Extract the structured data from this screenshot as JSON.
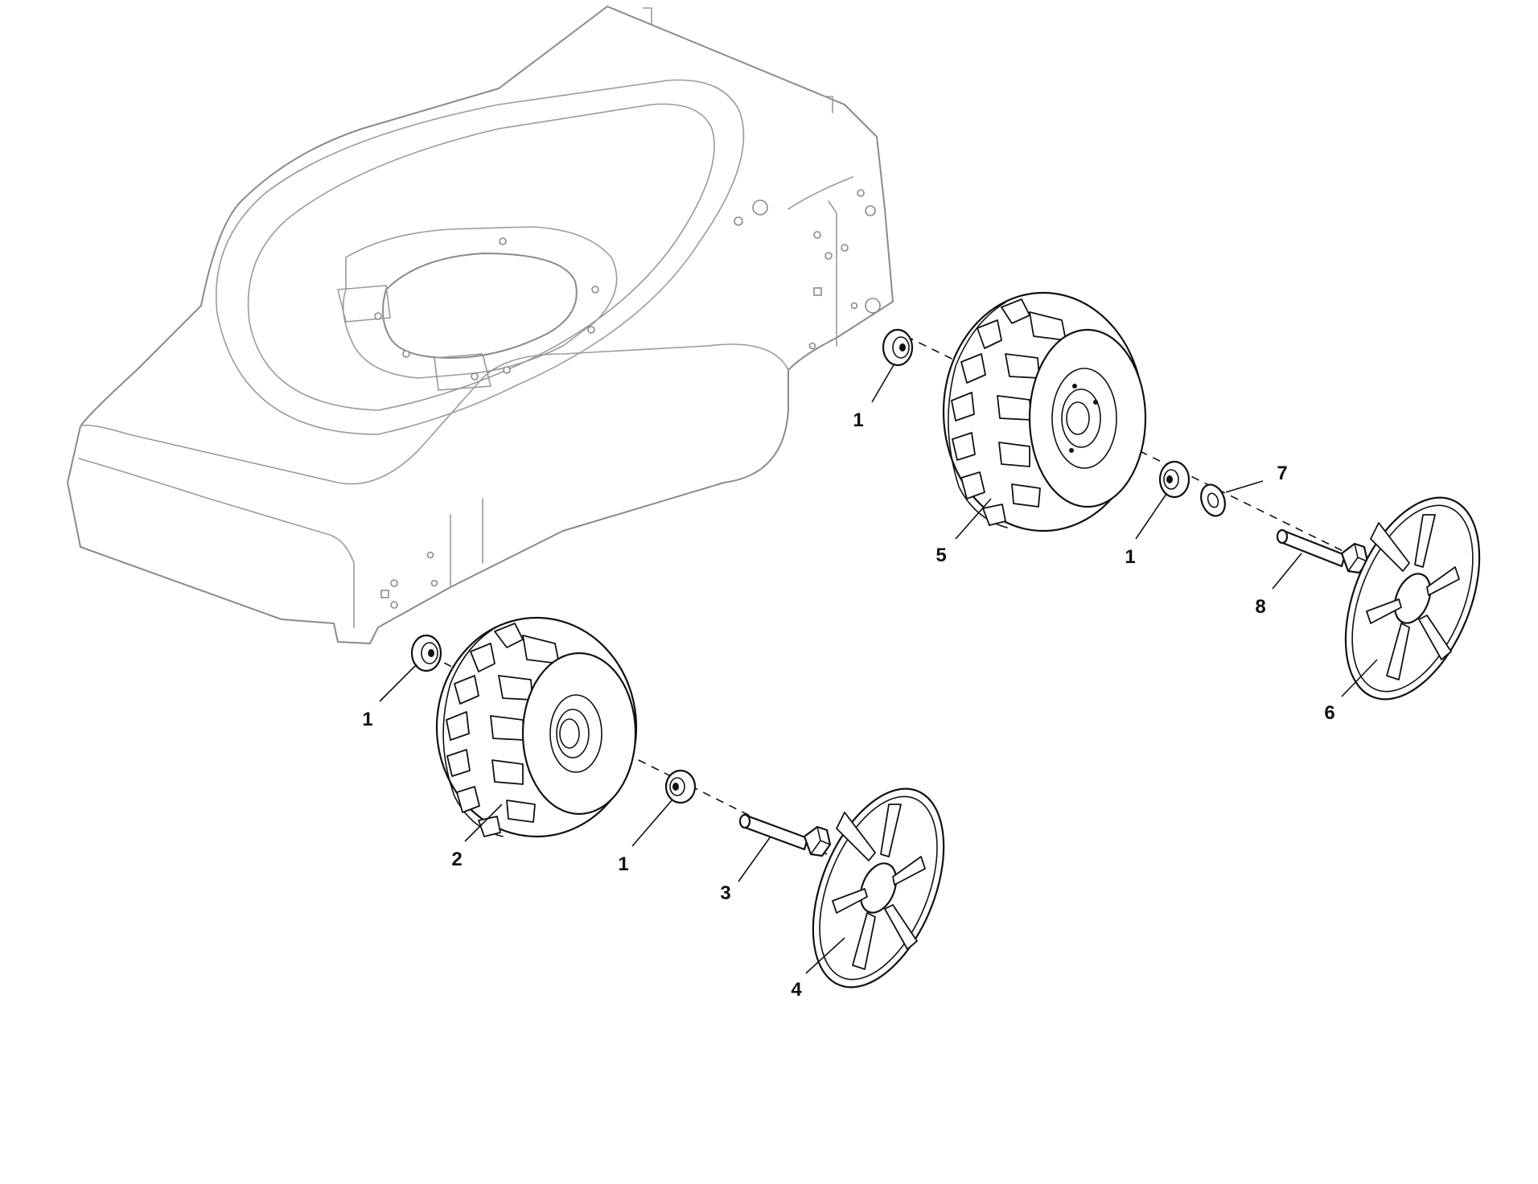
{
  "callouts": [
    {
      "id": "c1",
      "label": "1"
    },
    {
      "id": "c2",
      "label": "1"
    },
    {
      "id": "c3",
      "label": "1"
    },
    {
      "id": "c4",
      "label": "1"
    },
    {
      "id": "c5",
      "label": "2"
    },
    {
      "id": "c6",
      "label": "3"
    },
    {
      "id": "c7",
      "label": "4"
    },
    {
      "id": "c8",
      "label": "5"
    },
    {
      "id": "c9",
      "label": "6"
    },
    {
      "id": "c10",
      "label": "7"
    },
    {
      "id": "c11",
      "label": "8"
    }
  ],
  "colors": {
    "deck_outline": "#8a8a8a",
    "part_outline": "#111111",
    "background": "#ffffff"
  }
}
